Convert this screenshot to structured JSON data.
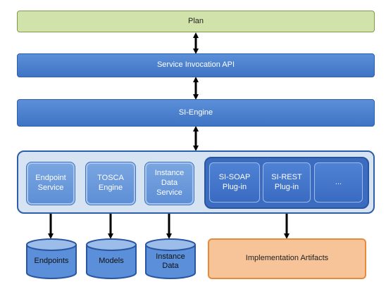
{
  "plan": "Plan",
  "api": "Service Invocation API",
  "engine": "SI-Engine",
  "services": {
    "endpoint": "Endpoint\nService",
    "tosca": "TOSCA\nEngine",
    "instance": "Instance\nData\nService"
  },
  "plugins": {
    "soap": "SI-SOAP\nPlug-in",
    "rest": "SI-REST\nPlug-in",
    "more": "..."
  },
  "datastores": {
    "endpoints": "Endpoints",
    "models": "Models",
    "instance": "Instance\nData"
  },
  "artifacts": "Implementation Artifacts"
}
